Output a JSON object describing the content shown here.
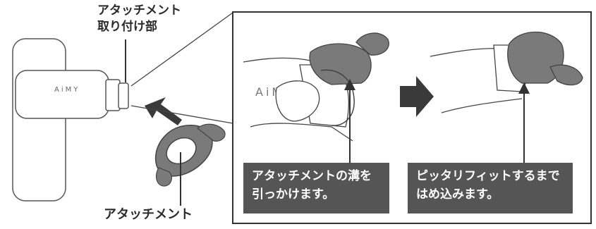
{
  "labels": {
    "attachment_mount_line1": "アタッチメント",
    "attachment_mount_line2": "取り付け部",
    "attachment": "アタッチメント"
  },
  "device": {
    "brand_text": "AiMY"
  },
  "steps": [
    {
      "caption_line1": "アタッチメントの溝を",
      "caption_line2": "引っかけます。"
    },
    {
      "caption_line1": "ピッタリフィットするまで",
      "caption_line2": "はめ込みます。"
    }
  ],
  "colors": {
    "line": "#333333",
    "accent_gray": "#555555",
    "attachment_gray": "#6e6e6e",
    "arrow_dark": "#3a3a3a"
  }
}
